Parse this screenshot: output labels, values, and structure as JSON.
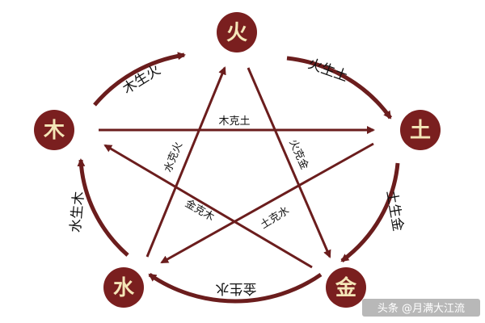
{
  "colors": {
    "line": "#6b1d1d",
    "node_fill": "#7a1f1f",
    "node_text": "#f4e6b8",
    "label": "#111111",
    "background": "#ffffff"
  },
  "elements": {
    "fire": "火",
    "earth": "土",
    "metal": "金",
    "water": "水",
    "wood": "木"
  },
  "generating": {
    "wood_fire": "木生火",
    "fire_earth": "火生土",
    "earth_metal": "土生金",
    "metal_water": "金生水",
    "water_wood": "水生木"
  },
  "controlling": {
    "wood_earth": "木克土",
    "earth_water": "土克水",
    "water_fire": "水克火",
    "fire_metal": "火克金",
    "metal_wood": "金克木"
  },
  "watermark": "头条 @月满大江流"
}
